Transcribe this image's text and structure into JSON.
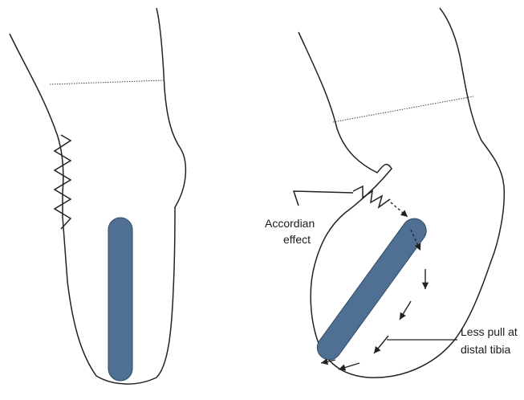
{
  "annotations": {
    "accordion_line1": "Accordian",
    "accordion_line2": "effect",
    "pull_line1": "Less pull at",
    "pull_line2": "distal tibia"
  },
  "colors": {
    "bone": "#4f7093",
    "bone_outline": "#2f4a66",
    "line": "#222222"
  }
}
